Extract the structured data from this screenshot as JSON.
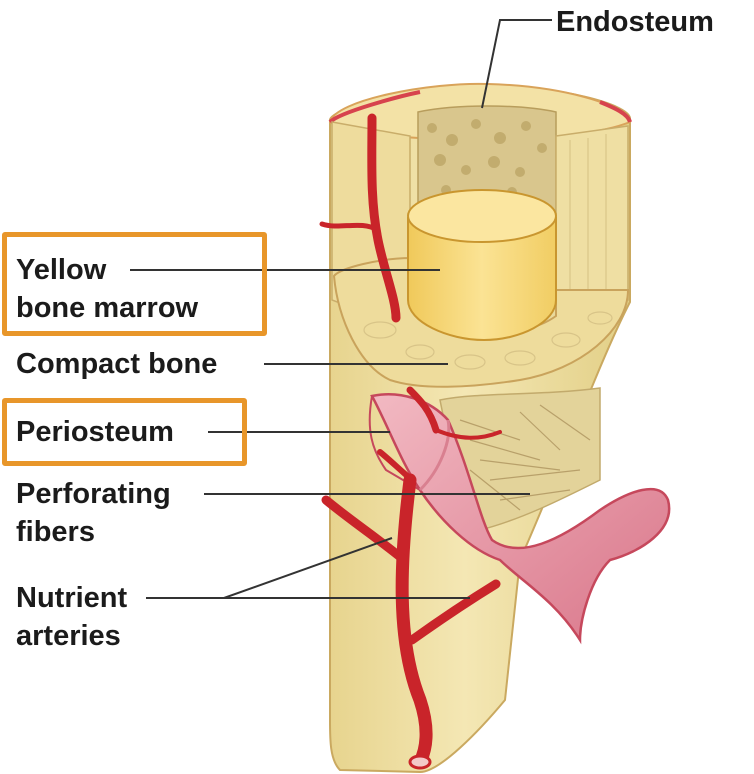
{
  "labels": {
    "endosteum": "Endosteum",
    "yellow_marrow_line1": "Yellow",
    "yellow_marrow_line2": "bone marrow",
    "compact_bone": "Compact bone",
    "periosteum": "Periosteum",
    "perforating_line1": "Perforating",
    "perforating_line2": "fibers",
    "nutrient_line1": "Nutrient",
    "nutrient_line2": "arteries"
  },
  "highlighted": [
    "Yellow bone marrow",
    "Periosteum"
  ],
  "colors": {
    "highlight_border": "#e8962a",
    "bone": "#eedd9c",
    "marrow": "#f6d66f",
    "spongy_bone": "#d8c78b",
    "periosteum": "#e79aa8",
    "artery": "#c9242a",
    "leader_line": "#333333",
    "label_text": "#1b1b1b"
  }
}
